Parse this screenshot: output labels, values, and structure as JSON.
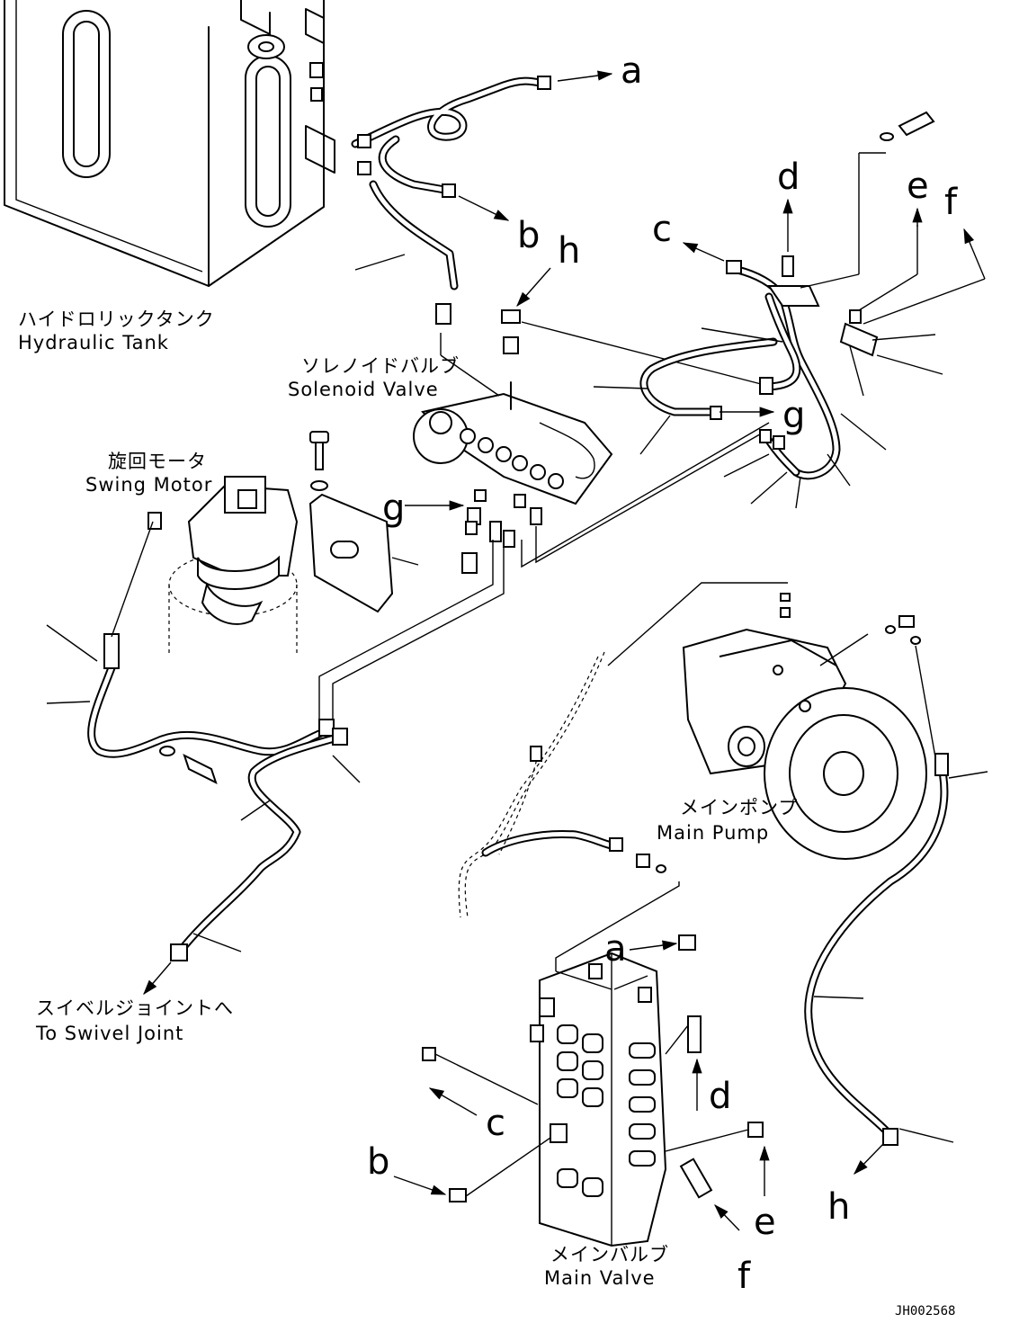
{
  "labels": {
    "hydraulic_tank_jp": "ハイドロリックタンク",
    "hydraulic_tank_en": "Hydraulic Tank",
    "solenoid_valve_jp": "ソレノイドバルブ",
    "solenoid_valve_en": "Solenoid Valve",
    "swing_motor_jp": "旋回モータ",
    "swing_motor_en": "Swing Motor",
    "main_pump_jp": "メインポンプ",
    "main_pump_en": "Main Pump",
    "swivel_joint_jp": "スイベルジョイントへ",
    "swivel_joint_en": "To Swivel Joint",
    "main_valve_jp": "メインバルブ",
    "main_valve_en": "Main Valve"
  },
  "callouts": {
    "a_top": "a",
    "b_top": "b",
    "c_top": "c",
    "d_top": "d",
    "e_top": "e",
    "f_top": "f",
    "g_right": "g",
    "g_left": "g",
    "h_top": "h",
    "a_bottom": "a",
    "b_bottom": "b",
    "c_bottom": "c",
    "d_bottom": "d",
    "e_bottom": "e",
    "f_bottom": "f",
    "h_bottom": "h"
  },
  "drawing_code": "JH002568"
}
